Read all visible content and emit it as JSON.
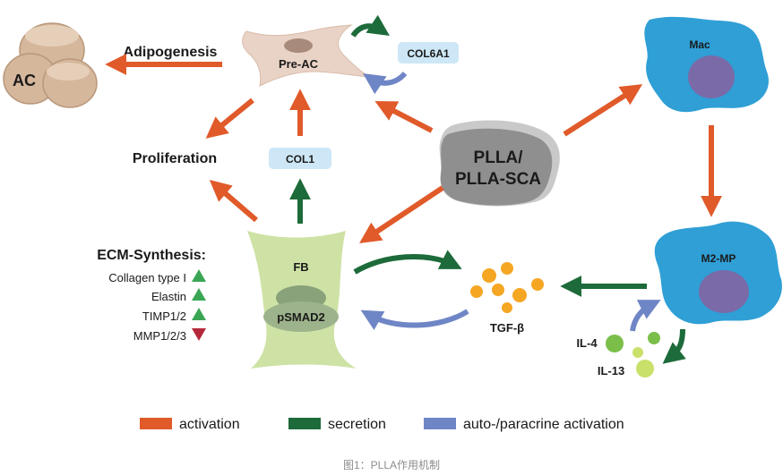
{
  "colors": {
    "activation": "#e05a2a",
    "secretion": "#1d6b3a",
    "autoparacrine": "#6f86c6",
    "preac_fill": "#e9d3c6",
    "ac_fill": "#d5b79c",
    "fb_fill": "#cfe2a6",
    "mac_fill": "#2f9fd6",
    "nucleus": "#7a6aa8",
    "tgf": "#f5a623",
    "il4": "#7bbf4a",
    "il13": "#c9e06a",
    "plla_fill": "#8f8f8f",
    "tag_fill": "#cde7f6"
  },
  "nodes": {
    "ac": "AC",
    "pre_ac": "Pre-AC",
    "fb": "FB",
    "psmad2": "pSMAD2",
    "mac": "Mac",
    "m2mp": "M2-MP",
    "plla_line1": "PLLA/",
    "plla_line2": "PLLA-SCA",
    "col6a1": "COL6A1",
    "col1": "COL1",
    "tgf_beta": "TGF-β",
    "il4": "IL-4",
    "il13": "IL-13"
  },
  "processes": {
    "adipogenesis": "Adipogenesis",
    "proliferation": "Proliferation"
  },
  "ecm": {
    "title": "ECM-Synthesis:",
    "items": [
      {
        "label": "Collagen type I",
        "trend": "up"
      },
      {
        "label": "Elastin",
        "trend": "up"
      },
      {
        "label": "TIMP1/2",
        "trend": "up"
      },
      {
        "label": "MMP1/2/3",
        "trend": "down"
      }
    ]
  },
  "legend": {
    "activation": "activation",
    "secretion": "secretion",
    "autoparacrine": "auto-/paracrine activation"
  },
  "caption": "图1：PLLA作用机制"
}
